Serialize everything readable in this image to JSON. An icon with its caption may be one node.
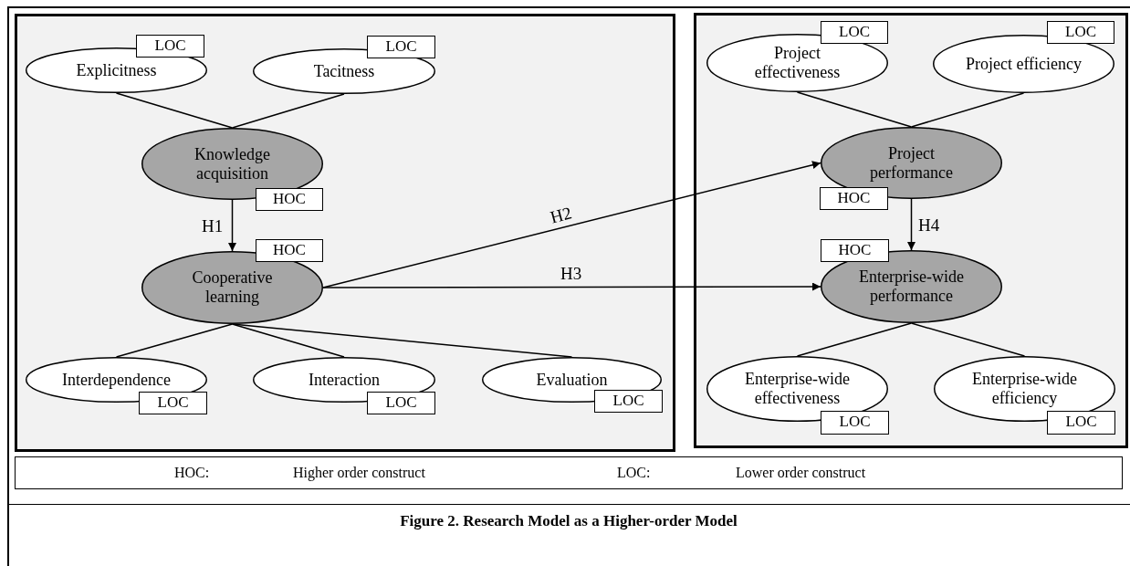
{
  "diagram": {
    "caption": "Figure 2. Research Model as a Higher-order Model",
    "nodes": [
      {
        "text": [],
        "shape": "box"
      },
      {
        "text": [
          "Explicitness"
        ],
        "in": 0
      },
      {
        "text": [
          "LOC"
        ],
        "in": 0
      },
      {
        "text": [
          "Tacitness"
        ],
        "in": 0
      },
      {
        "text": [
          "LOC"
        ],
        "in": 0
      },
      {
        "text": [
          "Knowledge acquisition"
        ],
        "in": 0
      },
      {
        "text": [
          "HOC"
        ],
        "in": 0
      },
      {
        "text": [
          "HOC"
        ],
        "in": 0
      },
      {
        "text": [
          "Cooperative learning"
        ],
        "in": 0
      },
      {
        "text": [
          "Interdependence"
        ],
        "in": 0
      },
      {
        "text": [
          "LOC"
        ],
        "in": 0
      },
      {
        "text": [
          "Interaction"
        ],
        "in": 0
      },
      {
        "text": [
          "LOC"
        ],
        "in": 0
      },
      {
        "text": [
          "Evaluation"
        ],
        "in": 0
      },
      {
        "text": [
          "LOC"
        ],
        "in": 0
      },
      {
        "text": [],
        "shape": "box"
      },
      {
        "text": [
          "Project effectiveness"
        ],
        "in": 15
      },
      {
        "text": [
          "LOC"
        ],
        "in": 15
      },
      {
        "text": [
          "Project efficiency"
        ],
        "in": 15
      },
      {
        "text": [
          "LOC"
        ],
        "in": 15
      },
      {
        "text": [
          "Project performance"
        ],
        "in": 15
      },
      {
        "text": [
          "HOC"
        ],
        "in": 15
      },
      {
        "text": [
          "HOC"
        ],
        "in": 15
      },
      {
        "text": [
          "Enterprise-wide performance"
        ],
        "in": 15
      },
      {
        "text": [
          "Enterprise-wide effectiveness"
        ],
        "in": 15
      },
      {
        "text": [
          "LOC"
        ],
        "in": 15
      },
      {
        "text": [
          "Enterprise-wide efficiency"
        ],
        "in": 15
      },
      {
        "text": [
          "LOC"
        ],
        "in": 15
      },
      {
        "text": [
          "HOC:",
          "Higher order construct",
          "LOC:",
          "Lower order construct"
        ]
      }
    ],
    "edges": [
      {
        "from": 1,
        "to": 5,
        "arrow": "none"
      },
      {
        "from": 3,
        "to": 5,
        "arrow": "none"
      },
      {
        "from": 5,
        "to": 8,
        "arrow": "to",
        "label": "H1"
      },
      {
        "from": 8,
        "to": 9,
        "arrow": "none"
      },
      {
        "from": 8,
        "to": 11,
        "arrow": "none"
      },
      {
        "from": 8,
        "to": 13,
        "arrow": "none"
      },
      {
        "from": 8,
        "to": 20,
        "arrow": "to",
        "label": "H2"
      },
      {
        "from": 8,
        "to": 23,
        "arrow": "to",
        "label": "H3"
      },
      {
        "from": 16,
        "to": 20,
        "arrow": "none"
      },
      {
        "from": 18,
        "to": 20,
        "arrow": "none"
      },
      {
        "from": 20,
        "to": 23,
        "arrow": "to",
        "label": "H4"
      },
      {
        "from": 23,
        "to": 24,
        "arrow": "none"
      },
      {
        "from": 23,
        "to": 26,
        "arrow": "none"
      }
    ]
  }
}
